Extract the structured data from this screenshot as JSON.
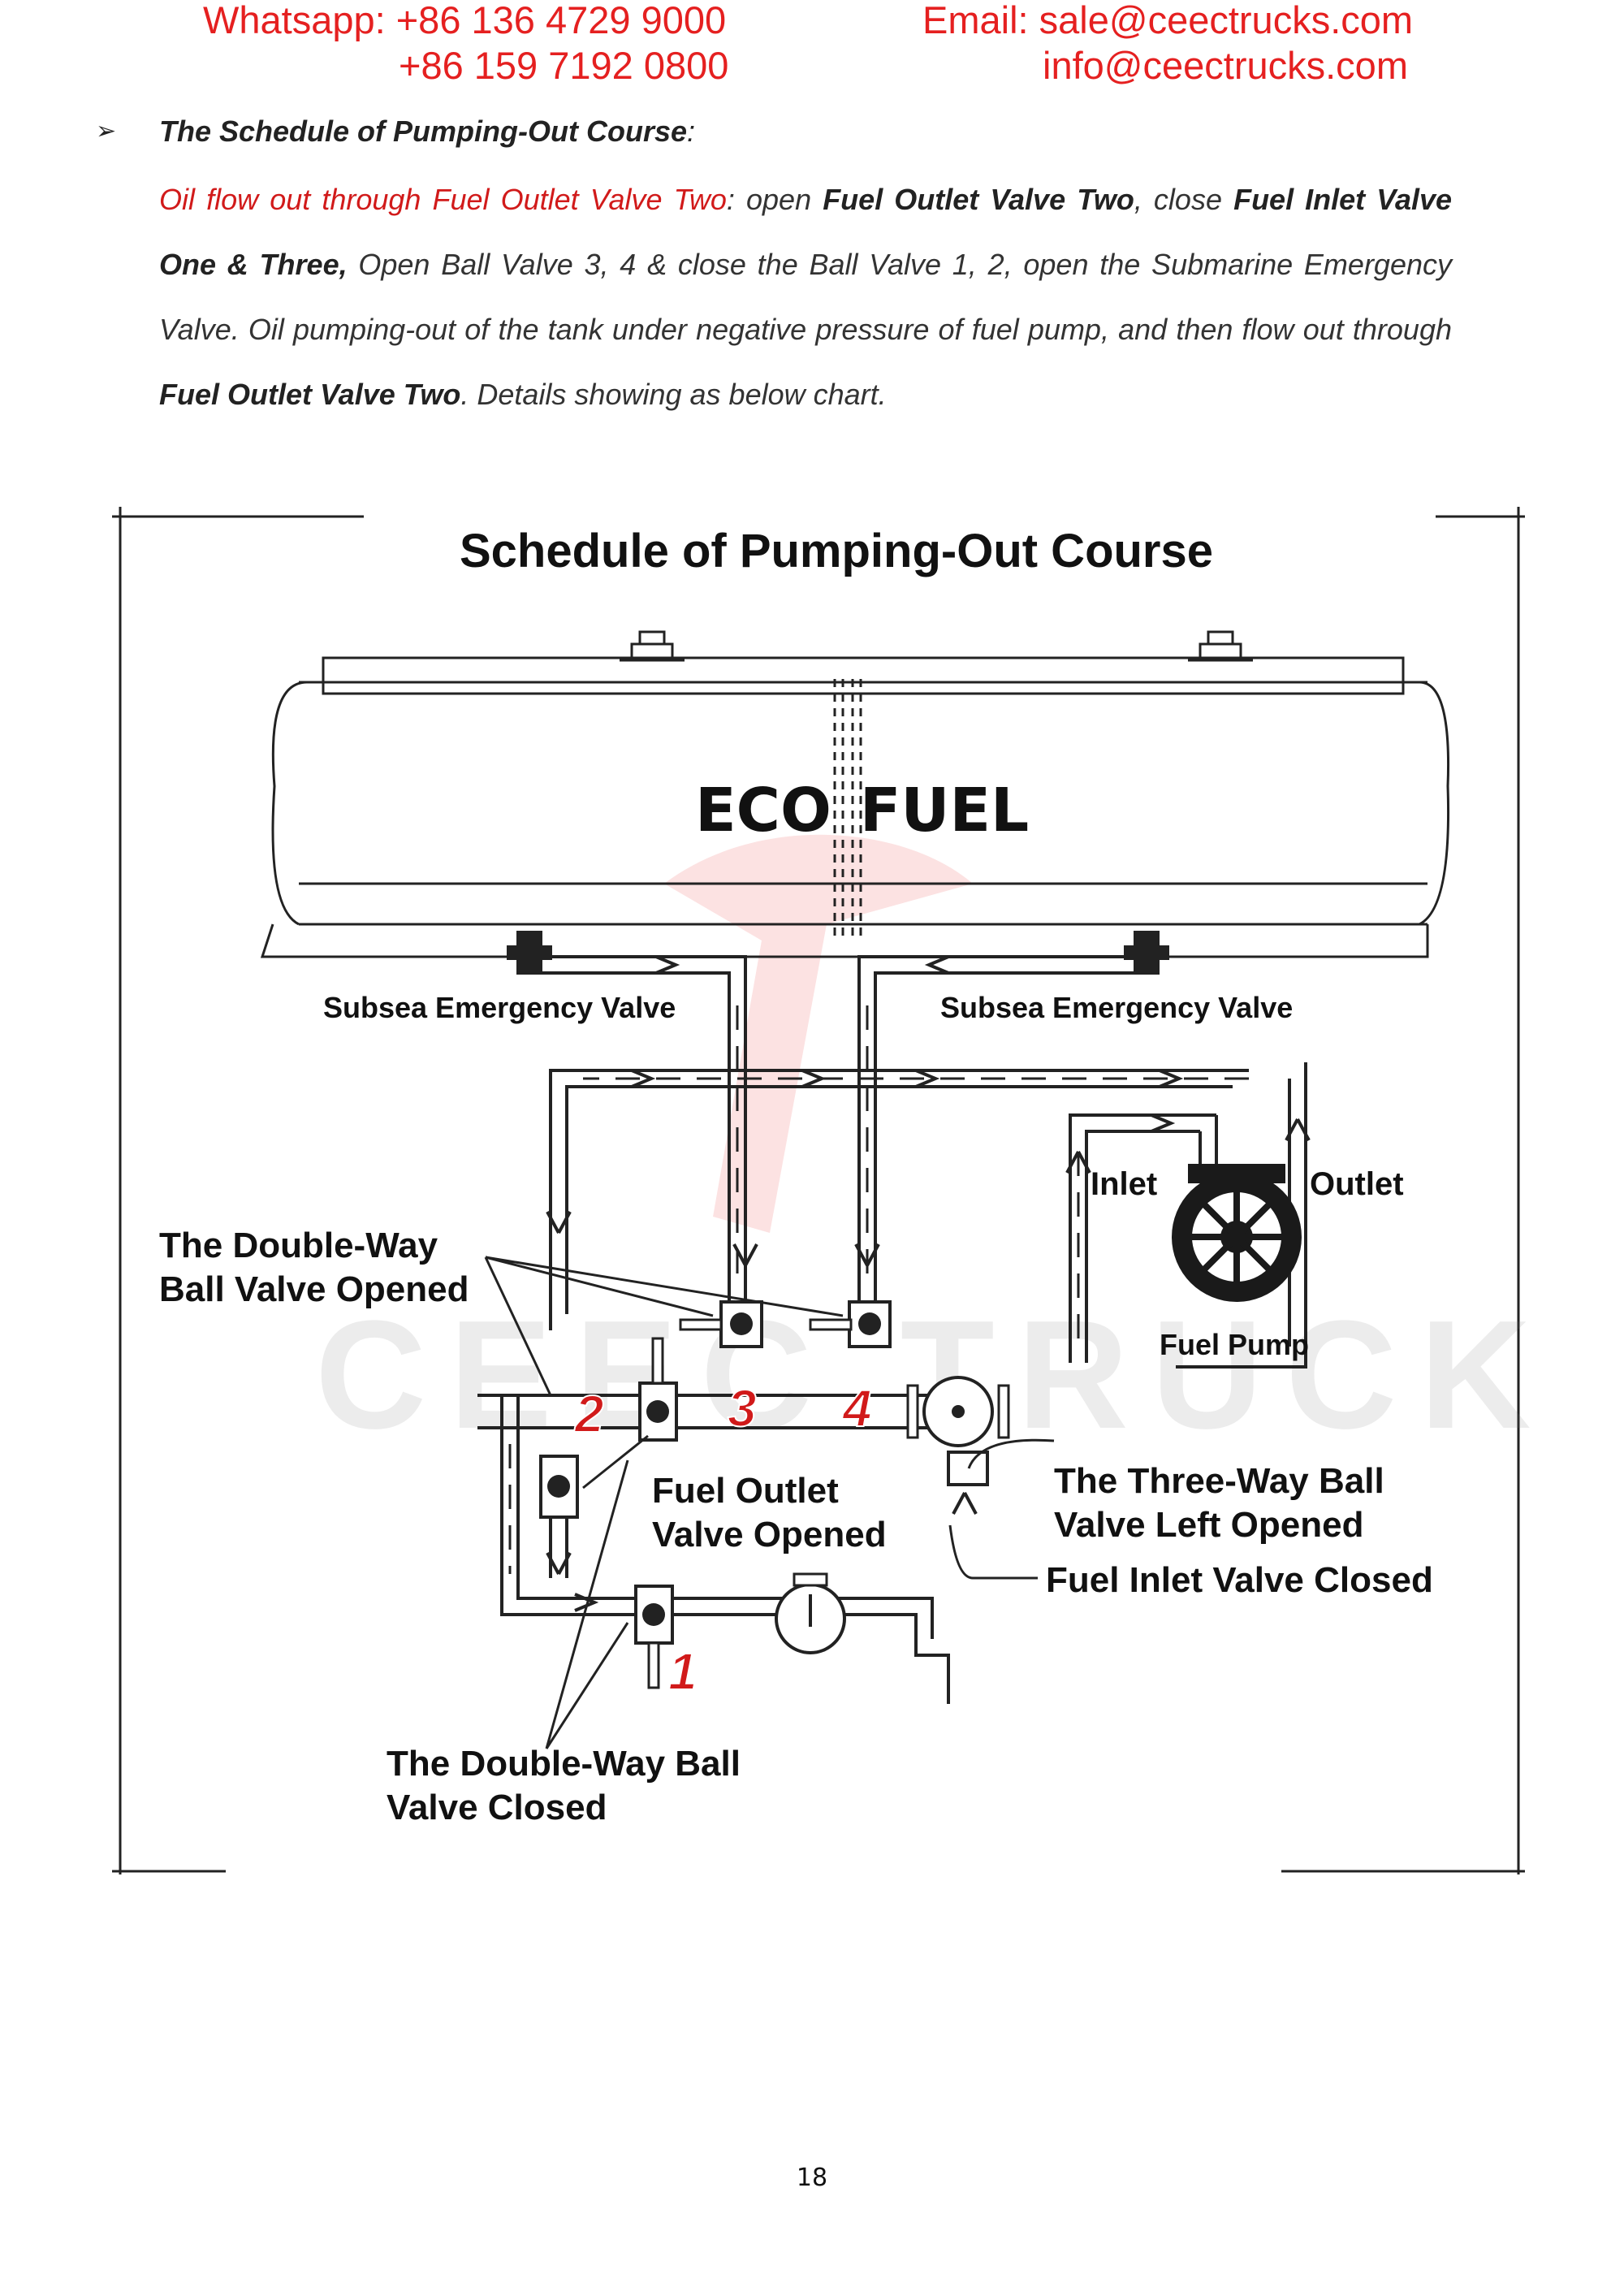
{
  "header": {
    "whatsapp_line1": "Whatsapp: +86 136 4729 9000",
    "whatsapp_line2": "+86 159 7192 0800",
    "email_line1": "Email: sale@ceectrucks.com",
    "email_line2": "info@ceectrucks.com",
    "accent_color": "#e52020"
  },
  "section": {
    "bullet": "➢",
    "heading": "The Schedule of Pumping-Out Course",
    "heading_colon": ":",
    "paragraph": [
      {
        "text": "Oil flow out through Fuel Outlet Valve Two",
        "style": "red"
      },
      {
        "text": ": open ",
        "style": "normal"
      },
      {
        "text": "Fuel Outlet Valve Two",
        "style": "bold"
      },
      {
        "text": ", close ",
        "style": "normal"
      },
      {
        "text": "Fuel Inlet Valve One & Three,",
        "style": "bold"
      },
      {
        "text": " Open Ball Valve 3, 4 & close the Ball Valve 1, 2, open the Submarine Emergency Valve. Oil pumping-out of the tank under negative pressure of fuel pump, and then flow out through ",
        "style": "normal"
      },
      {
        "text": "Fuel Outlet Valve Two",
        "style": "bold"
      },
      {
        "text": ". Details showing as below chart.",
        "style": "normal"
      }
    ]
  },
  "diagram": {
    "title": "Schedule of Pumping-Out Course",
    "tank_left": "ECO",
    "tank_right": "FUEL",
    "subsea_left": "Subsea Emergency Valve",
    "subsea_right": "Subsea Emergency Valve",
    "inlet": "Inlet",
    "outlet": "Outlet",
    "fuel_pump": "Fuel Pump",
    "double_way_opened_1": "The Double-Way",
    "double_way_opened_2": "Ball Valve Opened",
    "fuel_outlet_1": "Fuel Outlet",
    "fuel_outlet_2": "Valve Opened",
    "three_way_1": "The Three-Way Ball",
    "three_way_2": "Valve Left Opened",
    "fuel_inlet_closed": "Fuel Inlet Valve Closed",
    "double_way_closed_1": "The Double-Way Ball",
    "double_way_closed_2": "Valve Closed",
    "valve_numbers": [
      "1",
      "2",
      "3",
      "4"
    ],
    "number_color": "#d11a1a"
  },
  "page_number": "18"
}
